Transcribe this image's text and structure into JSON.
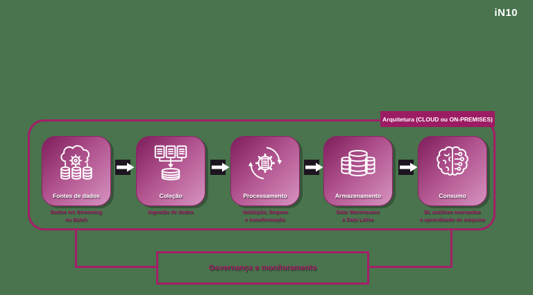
{
  "logo": {
    "text": "iN10"
  },
  "architecture": {
    "badge_label": "Arquitetura (CLOUD ou ON-PREMISES)"
  },
  "pipeline": {
    "stages": [
      {
        "title": "Fontes de dados",
        "subtitle": [
          "Dados em Streaming",
          "ou Batch"
        ],
        "icon": "cloud-gear-databases"
      },
      {
        "title": "Coleção",
        "subtitle": [
          "Ingestão de dados"
        ],
        "icon": "documents-to-database"
      },
      {
        "title": "Processamento",
        "subtitle": [
          "Validação, limpeza",
          "e transformação"
        ],
        "icon": "gear-document-cycle"
      },
      {
        "title": "Armazenamento",
        "subtitle": [
          "Data Warehouses",
          "e Data Lakes"
        ],
        "icon": "database-cluster"
      },
      {
        "title": "Consumo",
        "subtitle": [
          "BI, análises avançadas",
          "e aprendizado de máquina"
        ],
        "icon": "ai-brain"
      }
    ]
  },
  "governance": {
    "label": "Governança e monitoramento"
  },
  "colors": {
    "background": "#49744D",
    "accent": "#A51E68",
    "badge_bg": "#9C1C63",
    "box_gradient_start": "#7E1E5C",
    "box_gradient_mid": "#B25590",
    "box_gradient_end": "#D693C1",
    "subtitle_text": "#9F1F63",
    "arrow_shadow_bg": "#1C1520",
    "icon_stroke": "#FFFFFF"
  }
}
